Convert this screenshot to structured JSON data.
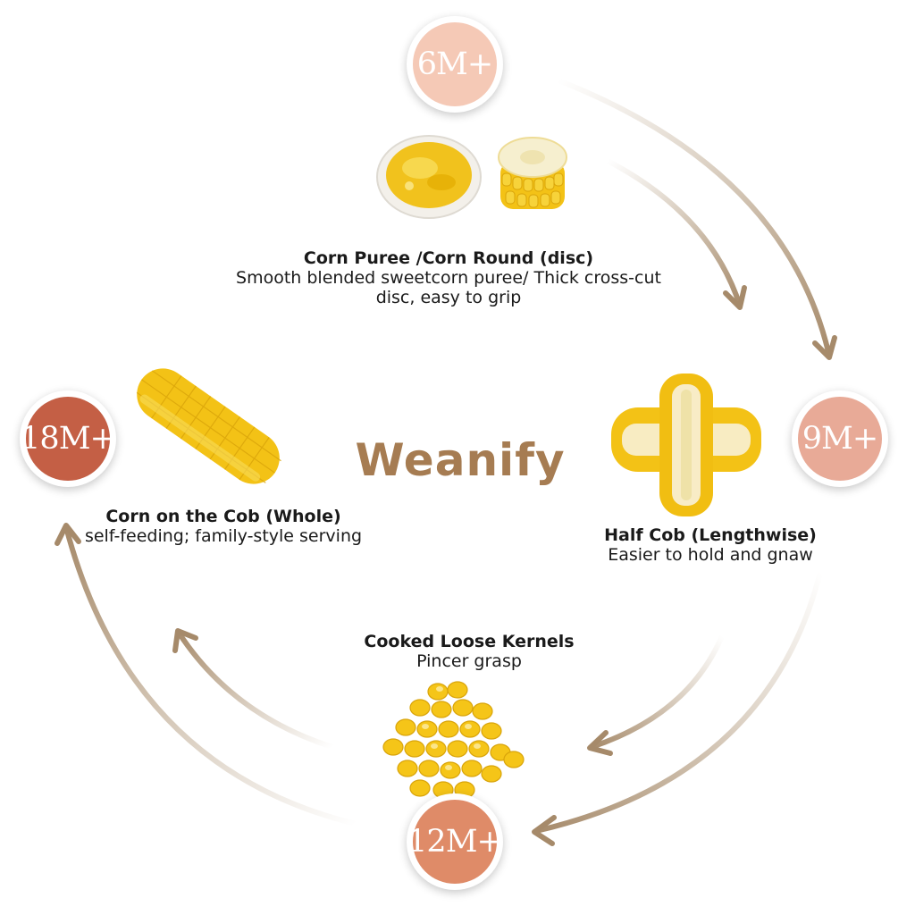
{
  "brand": {
    "name": "Weanify"
  },
  "colors": {
    "arrow": "#b39b7d",
    "logo": "#a67c52",
    "corn": "#f5c518",
    "badge_6m": "#f5c9b6",
    "badge_9m": "#e8aa97",
    "badge_12m": "#df8b68",
    "badge_18m": "#c45f45"
  },
  "stages": {
    "m6": {
      "age": "6M+",
      "title": "Corn Puree /Corn Round (disc)",
      "desc": "Smooth blended sweetcorn puree/ Thick cross-cut disc, easy to grip",
      "images": [
        "puree-bowl",
        "corn-round-disc"
      ]
    },
    "m9": {
      "age": "9M+",
      "title": "Half Cob (Lengthwise)",
      "desc": "Easier to hold and gnaw",
      "images": [
        "half-cob-pieces"
      ]
    },
    "m12": {
      "age": "12M+",
      "title": "Cooked Loose Kernels",
      "desc": "Pincer grasp",
      "images": [
        "loose-kernels"
      ]
    },
    "m18": {
      "age": "18M+",
      "title": "Corn on the Cob (Whole)",
      "desc": "self-feeding; family-style serving",
      "images": [
        "whole-cob"
      ]
    }
  }
}
